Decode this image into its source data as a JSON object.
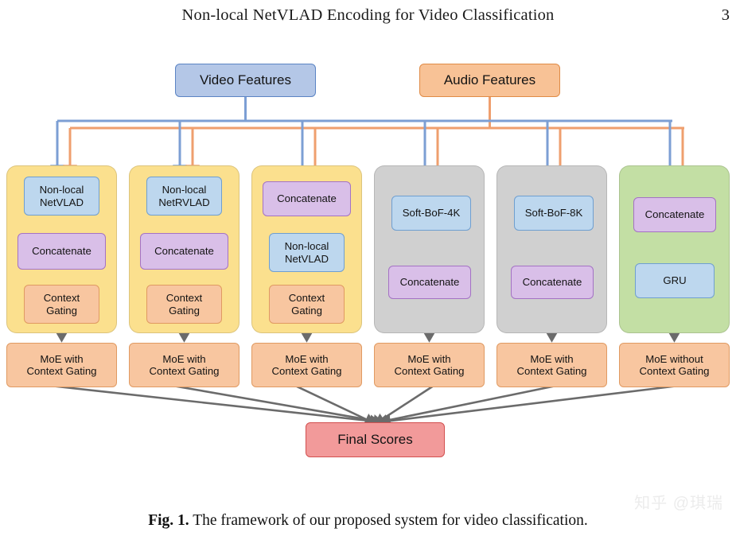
{
  "header": {
    "title": "Non-local NetVLAD Encoding for Video Classification",
    "page_number": "3"
  },
  "colors": {
    "video_box_fill": "#b4c7e7",
    "video_box_border": "#5b84c4",
    "audio_box_fill": "#f8c296",
    "audio_box_border": "#e08b46",
    "blue_fill": "#bdd7ee",
    "blue_border": "#6f9fd0",
    "purple_fill": "#d9bfe8",
    "purple_border": "#a472c4",
    "orange_fill": "#f8c6a0",
    "orange_border": "#e09a62",
    "group_yellow": "#fbe08e",
    "group_gray": "#d0d0d0",
    "group_green": "#c3dfa4",
    "final_fill": "#f29a9a",
    "final_border": "#d2504f",
    "blue_wire": "#7c9fd4",
    "orange_wire": "#ef9f6e",
    "gray_wire": "#6b6b6b"
  },
  "inputs": {
    "video": "Video Features",
    "audio": "Audio Features"
  },
  "columns": [
    {
      "group_color": "yellow",
      "stages": [
        "Non-local\nNetVLAD",
        "Concatenate",
        "Context\nGating"
      ],
      "output": "MoE with\nContext Gating"
    },
    {
      "group_color": "yellow",
      "stages": [
        "Non-local\nNetRVLAD",
        "Concatenate",
        "Context\nGating"
      ],
      "output": "MoE with\nContext Gating"
    },
    {
      "group_color": "yellow",
      "stages": [
        "Concatenate",
        "Non-local\nNetVLAD",
        "Context\nGating"
      ],
      "output": "MoE with\nContext Gating"
    },
    {
      "group_color": "gray",
      "stages": [
        "Soft-BoF-4K",
        "Concatenate"
      ],
      "output": "MoE with\nContext Gating"
    },
    {
      "group_color": "gray",
      "stages": [
        "Soft-BoF-8K",
        "Concatenate"
      ],
      "output": "MoE with\nContext Gating"
    },
    {
      "group_color": "green",
      "stages": [
        "Concatenate",
        "GRU"
      ],
      "output": "MoE without\nContext Gating"
    }
  ],
  "final_node": "Final Scores",
  "caption": {
    "label": "Fig. 1.",
    "text": "The framework of our proposed system for video classification."
  },
  "watermark": "知乎 @琪瑞"
}
